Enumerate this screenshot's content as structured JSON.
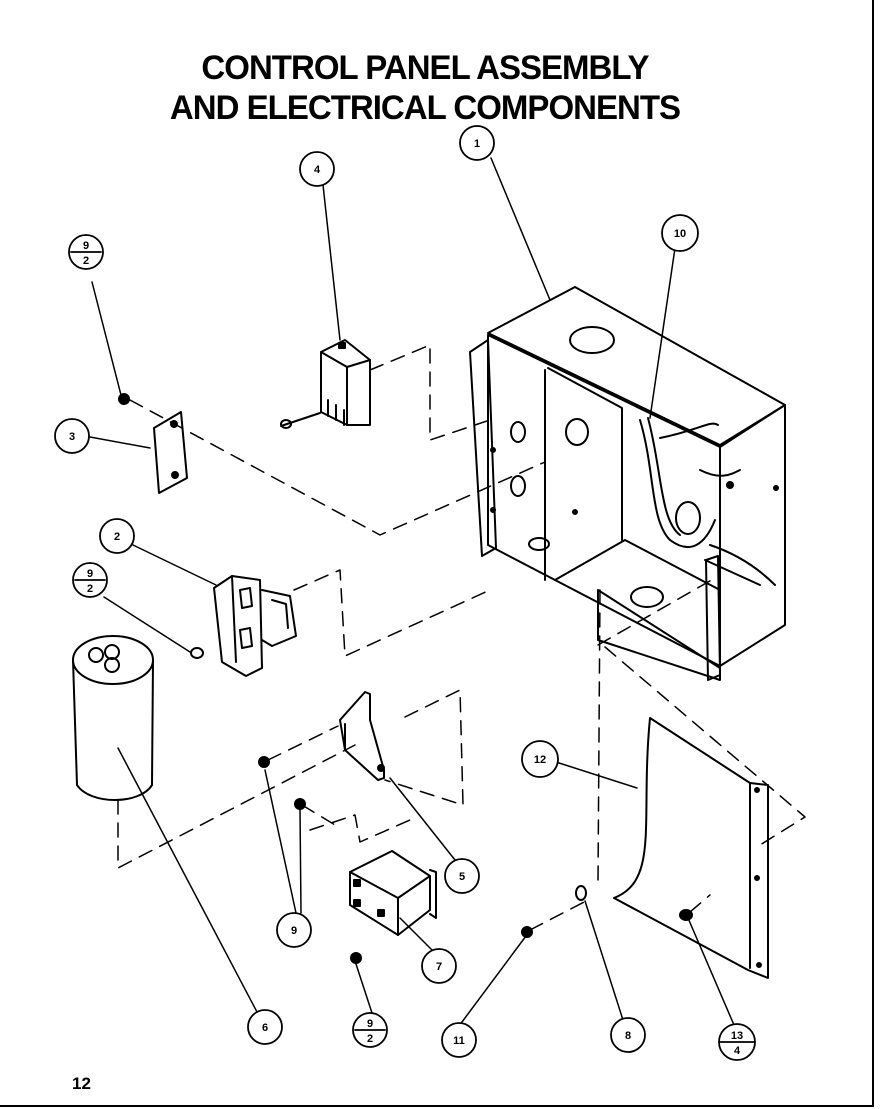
{
  "title": {
    "line1": "CONTROL PANEL ASSEMBLY",
    "line2": "AND ELECTRICAL COMPONENTS"
  },
  "page_number": "12",
  "callouts": [
    {
      "id": "c1",
      "label": "1"
    },
    {
      "id": "c4",
      "label": "4"
    },
    {
      "id": "c10",
      "label": "10"
    },
    {
      "id": "c9a",
      "num": "9",
      "den": "2"
    },
    {
      "id": "c3",
      "label": "3"
    },
    {
      "id": "c2",
      "label": "2"
    },
    {
      "id": "c9b",
      "num": "9",
      "den": "2"
    },
    {
      "id": "c12",
      "label": "12"
    },
    {
      "id": "c5",
      "label": "5"
    },
    {
      "id": "c9",
      "label": "9"
    },
    {
      "id": "c7",
      "label": "7"
    },
    {
      "id": "c6",
      "label": "6"
    },
    {
      "id": "c9c",
      "num": "9",
      "den": "2"
    },
    {
      "id": "c11",
      "label": "11"
    },
    {
      "id": "c8",
      "label": "8"
    },
    {
      "id": "c13",
      "num": "13",
      "den": "4"
    }
  ]
}
